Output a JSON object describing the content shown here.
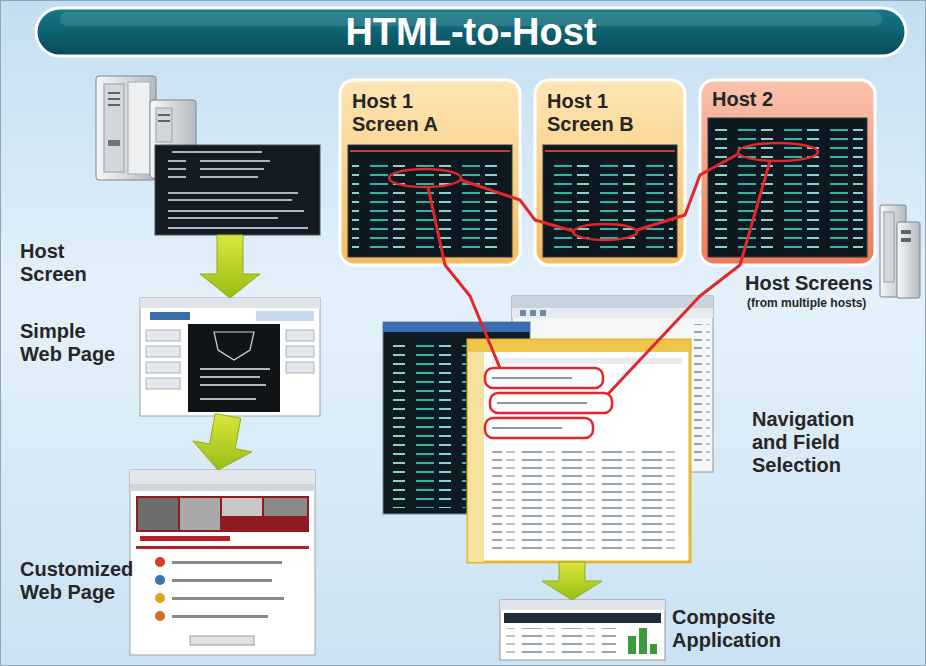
{
  "diagram": {
    "title": "HTML-to-Host",
    "nodes": [
      {
        "text": [
          "Host Screen"
        ]
      },
      {
        "text": [
          "Simple Web Page"
        ]
      },
      {
        "text": [
          "Customized Web Page"
        ]
      },
      {
        "text": [
          "Host 1 Screen A"
        ]
      },
      {
        "text": [
          "Host 1 Screen B"
        ]
      },
      {
        "text": [
          "Host 2"
        ]
      },
      {
        "text": [
          "Navigation and Field Selection"
        ]
      },
      {
        "text": [
          "Composite Application"
        ]
      }
    ],
    "edges": [
      {
        "from": 0,
        "to": 1,
        "arrow": "to"
      },
      {
        "from": 1,
        "to": 2,
        "arrow": "to"
      },
      {
        "from": 3,
        "to": 4,
        "arrow": "none"
      },
      {
        "from": 4,
        "to": 5,
        "arrow": "none"
      },
      {
        "from": 3,
        "to": 6,
        "arrow": "none"
      },
      {
        "from": 5,
        "to": 6,
        "arrow": "none"
      },
      {
        "from": 6,
        "to": 7,
        "arrow": "to"
      }
    ],
    "labels": [
      "Host Screens",
      "(from multiple hosts)"
    ]
  }
}
